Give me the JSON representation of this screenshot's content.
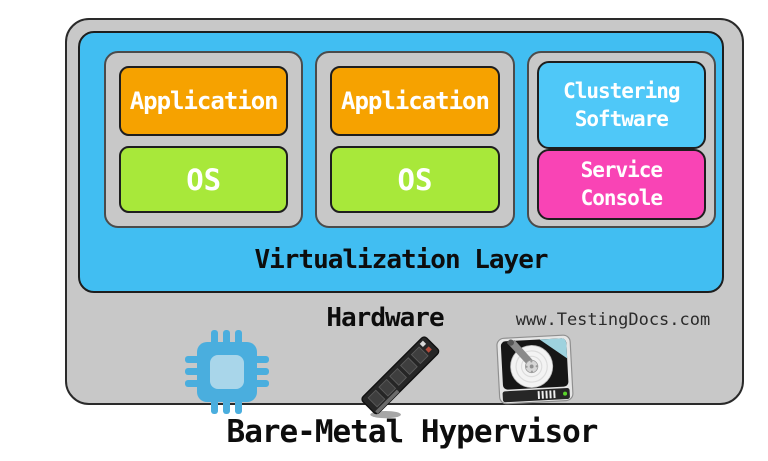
{
  "title": "Bare-Metal Hypervisor",
  "virtualization": {
    "label": "Virtualization Layer"
  },
  "hardware": {
    "label": "Hardware",
    "watermark": "www.TestingDocs.com",
    "icons": [
      {
        "name": "cpu-chip-icon"
      },
      {
        "name": "ram-stick-icon"
      },
      {
        "name": "hard-disk-icon"
      }
    ]
  },
  "vms": [
    {
      "name": "vm-1",
      "boxes": [
        {
          "label": "Application",
          "bg": "#F6A200"
        },
        {
          "label": "OS",
          "bg": "#A8E83A"
        }
      ]
    },
    {
      "name": "vm-2",
      "boxes": [
        {
          "label": "Application",
          "bg": "#F6A200"
        },
        {
          "label": "OS",
          "bg": "#A8E83A"
        }
      ]
    },
    {
      "name": "vm-3",
      "boxes": [
        {
          "label": "Clustering Software",
          "bg": "#4FC8F8"
        },
        {
          "label": "Service Console",
          "bg": "#F944B5"
        }
      ]
    }
  ],
  "colors": {
    "outer_bg": "#C8C8C8",
    "virtualization_bg": "#41BEF2",
    "vm_bg": "#C8C8C8",
    "application_bg": "#F6A200",
    "os_bg": "#A8E83A",
    "clustering_bg": "#4FC8F8",
    "service_console_bg": "#F944B5",
    "chip_blue": "#4AAEDE",
    "chip_inner_blue": "#A9D6EA"
  }
}
